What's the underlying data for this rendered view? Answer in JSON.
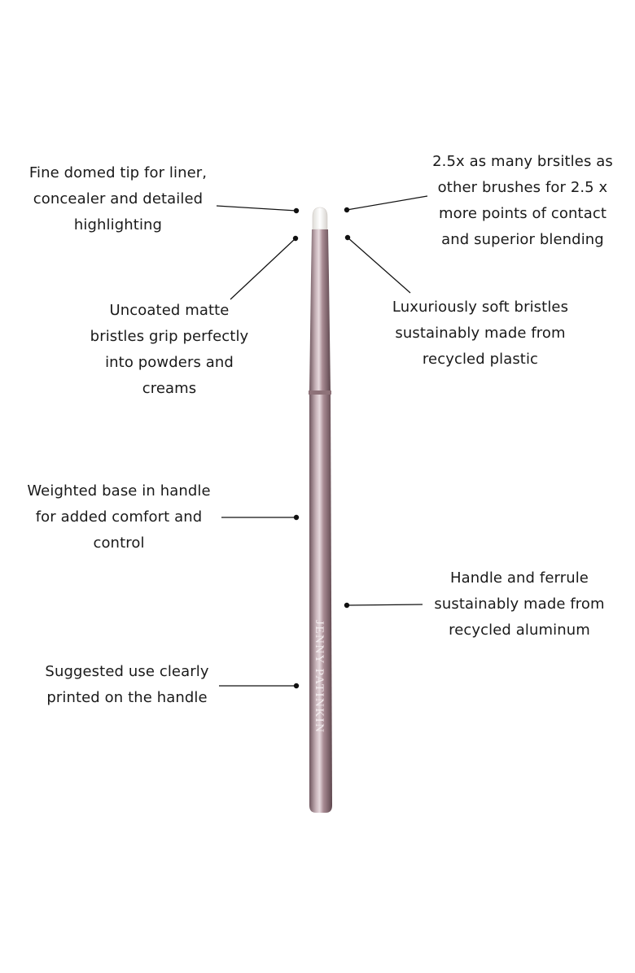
{
  "brand_imprint": "JENNY PATINKIN",
  "colors": {
    "handle": "#a98c94",
    "handle_highlight": "#e6d9dd",
    "handle_shadow": "#6f565e",
    "bristle": "#f4f4f2",
    "text": "#1a1a1a",
    "leader_line": "#111111"
  },
  "callouts": [
    {
      "id": "tip",
      "lines": [
        "Fine domed tip for liner,",
        "concealer and detailed",
        "highlighting"
      ]
    },
    {
      "id": "bristle-count",
      "lines": [
        "2.5x as many brsitles as",
        "other brushes for 2.5 x",
        "more points of contact",
        "and superior blending"
      ]
    },
    {
      "id": "matte",
      "lines": [
        "Uncoated matte",
        "bristles grip perfectly",
        "into powders and",
        "creams"
      ]
    },
    {
      "id": "soft",
      "lines": [
        "Luxuriously soft bristles",
        "sustainably made from",
        "recycled plastic"
      ]
    },
    {
      "id": "weighted",
      "lines": [
        "Weighted base in handle",
        "for added comfort and",
        "control"
      ]
    },
    {
      "id": "ferrule",
      "lines": [
        "Handle and ferrule",
        "sustainably made from",
        "recycled aluminum"
      ]
    },
    {
      "id": "printed",
      "lines": [
        "Suggested use clearly",
        "printed on the handle"
      ]
    }
  ]
}
